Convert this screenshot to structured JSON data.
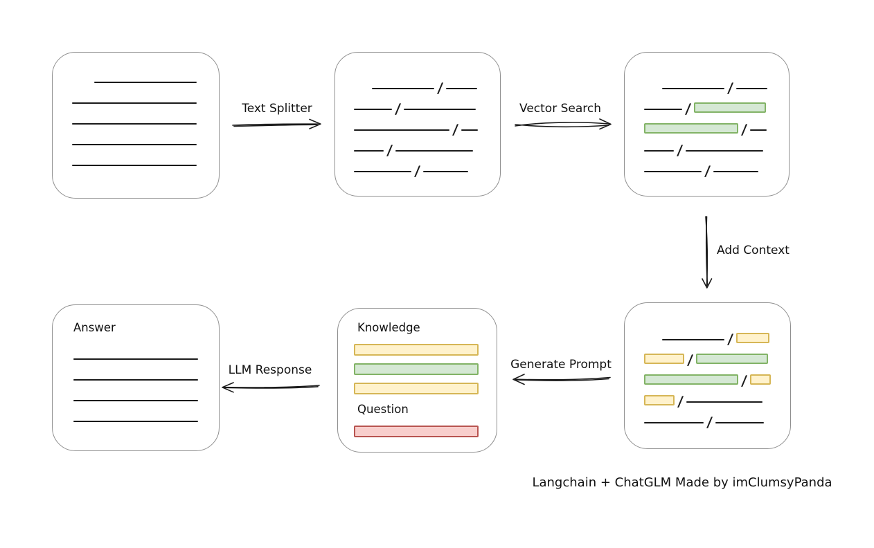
{
  "caption": "Langchain + ChatGLM Made by imClumsyPanda",
  "colors": {
    "line": "#1a1a1a",
    "box_border": "#8f8f8f",
    "green_fill": "#d5e8d4",
    "green_stroke": "#82b366",
    "yellow_fill": "#fff2cc",
    "yellow_stroke": "#d6b656",
    "red_fill": "#f8cecc",
    "red_stroke": "#b85450"
  },
  "glyphs": {
    "slash": "/"
  },
  "arrows": {
    "text_splitter": "Text Splitter",
    "vector_search": "Vector Search",
    "add_context": "Add Context",
    "generate_prompt": "Generate Prompt",
    "llm_response": "LLM Response"
  },
  "boxes": {
    "document": {
      "rows": [
        [
          {
            "t": "sp",
            "w": 32
          },
          {
            "t": "ln",
            "w": 148
          }
        ],
        [
          {
            "t": "ln",
            "w": 180
          }
        ],
        [
          {
            "t": "ln",
            "w": 180
          }
        ],
        [
          {
            "t": "ln",
            "w": 180
          }
        ],
        [
          {
            "t": "ln",
            "w": 180
          }
        ]
      ]
    },
    "split": {
      "rows": [
        [
          {
            "t": "sp",
            "w": 26
          },
          {
            "t": "ln",
            "w": 90
          },
          {
            "t": "sl"
          },
          {
            "t": "ln",
            "w": 45
          }
        ],
        [
          {
            "t": "ln",
            "w": 55
          },
          {
            "t": "sl"
          },
          {
            "t": "ln",
            "w": 104
          }
        ],
        [
          {
            "t": "ln",
            "w": 138
          },
          {
            "t": "sl"
          },
          {
            "t": "ln",
            "w": 24
          }
        ],
        [
          {
            "t": "ln",
            "w": 43
          },
          {
            "t": "sl"
          },
          {
            "t": "ln",
            "w": 112
          }
        ],
        [
          {
            "t": "ln",
            "w": 83
          },
          {
            "t": "sl"
          },
          {
            "t": "ln",
            "w": 65
          }
        ]
      ]
    },
    "matched": {
      "rows": [
        [
          {
            "t": "sp",
            "w": 26
          },
          {
            "t": "ln",
            "w": 90
          },
          {
            "t": "sl"
          },
          {
            "t": "ln",
            "w": 45
          }
        ],
        [
          {
            "t": "ln",
            "w": 55
          },
          {
            "t": "sl"
          },
          {
            "t": "g",
            "w": 104
          }
        ],
        [
          {
            "t": "g",
            "w": 136
          },
          {
            "t": "sl"
          },
          {
            "t": "ln",
            "w": 24
          }
        ],
        [
          {
            "t": "ln",
            "w": 43
          },
          {
            "t": "sl"
          },
          {
            "t": "ln",
            "w": 112
          }
        ],
        [
          {
            "t": "ln",
            "w": 83
          },
          {
            "t": "sl"
          },
          {
            "t": "ln",
            "w": 65
          }
        ]
      ]
    },
    "context": {
      "rows": [
        [
          {
            "t": "sp",
            "w": 26
          },
          {
            "t": "ln",
            "w": 90
          },
          {
            "t": "sl"
          },
          {
            "t": "y",
            "w": 48
          }
        ],
        [
          {
            "t": "y",
            "w": 58
          },
          {
            "t": "sl"
          },
          {
            "t": "g",
            "w": 104
          }
        ],
        [
          {
            "t": "g",
            "w": 136
          },
          {
            "t": "sl"
          },
          {
            "t": "y",
            "w": 30
          }
        ],
        [
          {
            "t": "y",
            "w": 44
          },
          {
            "t": "sl"
          },
          {
            "t": "ln",
            "w": 110
          }
        ],
        [
          {
            "t": "ln",
            "w": 86
          },
          {
            "t": "sl"
          },
          {
            "t": "ln",
            "w": 70
          }
        ]
      ]
    },
    "prompt": {
      "knowledge_label": "Knowledge",
      "question_label": "Question",
      "knowledge_rows": [
        [
          {
            "t": "y",
            "w": 180
          }
        ],
        [
          {
            "t": "g",
            "w": 180
          }
        ],
        [
          {
            "t": "y",
            "w": 180
          }
        ]
      ],
      "question_rows": [
        [
          {
            "t": "r",
            "w": 180
          }
        ]
      ]
    },
    "answer": {
      "label": "Answer",
      "rows": [
        [
          {
            "t": "ln",
            "w": 180
          }
        ],
        [
          {
            "t": "ln",
            "w": 180
          }
        ],
        [
          {
            "t": "ln",
            "w": 180
          }
        ],
        [
          {
            "t": "ln",
            "w": 180
          }
        ]
      ]
    }
  }
}
